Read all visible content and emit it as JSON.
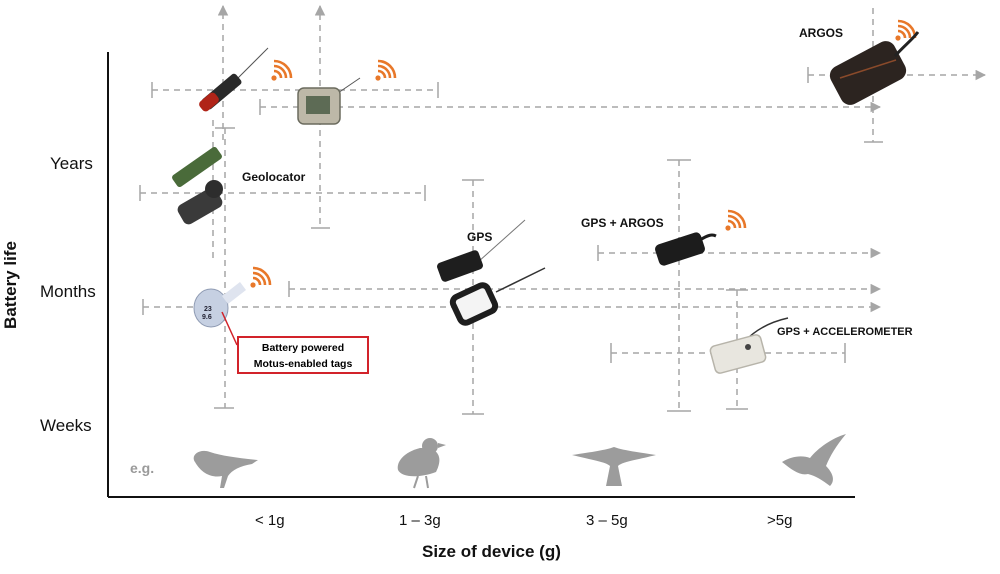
{
  "axes": {
    "y_title": "Battery life",
    "x_title": "Size of device (g)",
    "y_levels": [
      "Years",
      "Months",
      "Weeks"
    ],
    "x_categories": [
      "< 1g",
      "1 – 3g",
      "3 – 5g",
      ">5g"
    ]
  },
  "example_label": "e.g.",
  "technologies": {
    "argos": "ARGOS",
    "geolocator": "Geolocator",
    "gps": "GPS",
    "gps_argos": "GPS + ARGOS",
    "gps_accel": "GPS + ACCELEROMETER"
  },
  "callout": {
    "line1": "Battery powered",
    "line2": "Motus-enabled tags",
    "border_color": "#d2232a"
  },
  "tag_label": "23\n9.6",
  "colors": {
    "range_lines": "#a6a6a6",
    "radio_icon": "#e8782a",
    "silhouettes": "#9c9c9c",
    "axis": "#111111"
  }
}
